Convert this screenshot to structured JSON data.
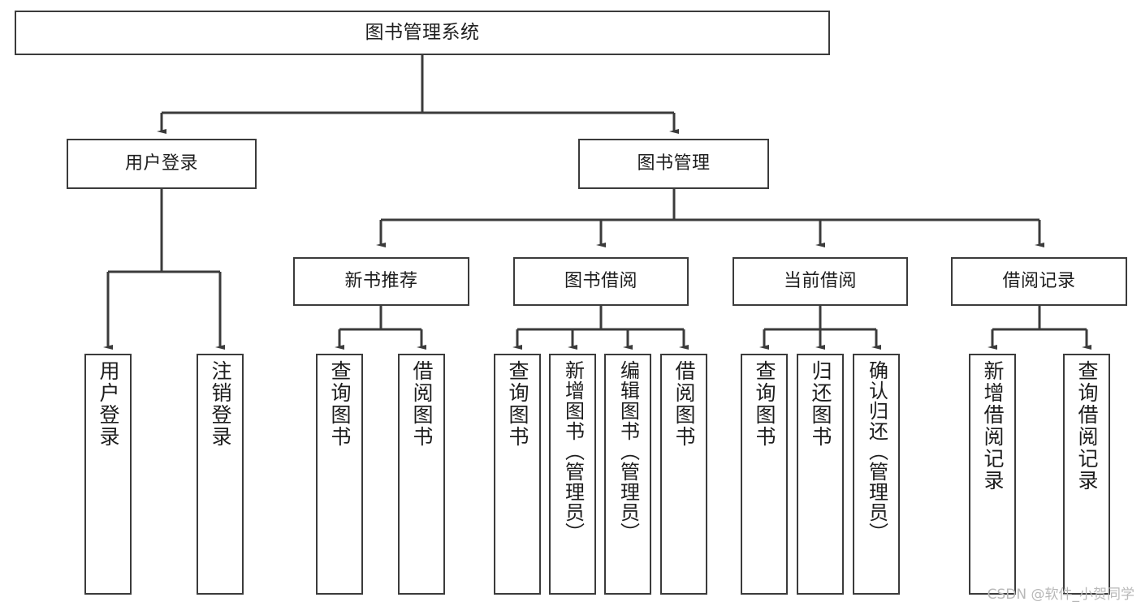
{
  "diagram": {
    "title": "图书管理系统",
    "type": "hierarchy-tree",
    "root": {
      "id": "root",
      "label": "图书管理系统"
    },
    "level2": [
      {
        "id": "user-login",
        "label": "用户登录"
      },
      {
        "id": "book-manage",
        "label": "图书管理"
      }
    ],
    "level3": [
      {
        "id": "new-book-recommend",
        "label": "新书推荐"
      },
      {
        "id": "book-borrow",
        "label": "图书借阅"
      },
      {
        "id": "current-borrow",
        "label": "当前借阅"
      },
      {
        "id": "borrow-record",
        "label": "借阅记录"
      }
    ],
    "leaves": {
      "user_login": [
        {
          "id": "leaf-user-login",
          "label": "用户登录"
        },
        {
          "id": "leaf-logout",
          "label": "注销登录"
        }
      ],
      "new_book_recommend": [
        {
          "id": "leaf-query-book-1",
          "label": "查询图书"
        },
        {
          "id": "leaf-borrow-book-1",
          "label": "借阅图书"
        }
      ],
      "book_borrow": [
        {
          "id": "leaf-query-book-2",
          "label": "查询图书"
        },
        {
          "id": "leaf-add-book",
          "label": "新增图书（管理员）"
        },
        {
          "id": "leaf-edit-book",
          "label": "编辑图书（管理员）"
        },
        {
          "id": "leaf-borrow-book-2",
          "label": "借阅图书"
        }
      ],
      "current_borrow": [
        {
          "id": "leaf-query-book-3",
          "label": "查询图书"
        },
        {
          "id": "leaf-return-book",
          "label": "归还图书"
        },
        {
          "id": "leaf-confirm-return",
          "label": "确认归还（管理员）"
        }
      ],
      "borrow_record": [
        {
          "id": "leaf-add-record",
          "label": "新增借阅记录"
        },
        {
          "id": "leaf-query-record",
          "label": "查询借阅记录"
        }
      ]
    }
  },
  "watermark": {
    "text": "CSDN @软件_小贺同学"
  },
  "colors": {
    "stroke": "#3b3b3b",
    "box_fill": "#ffffff",
    "text": "#1d1d1d",
    "watermark": "#b8b8b8",
    "background": "#ffffff"
  }
}
